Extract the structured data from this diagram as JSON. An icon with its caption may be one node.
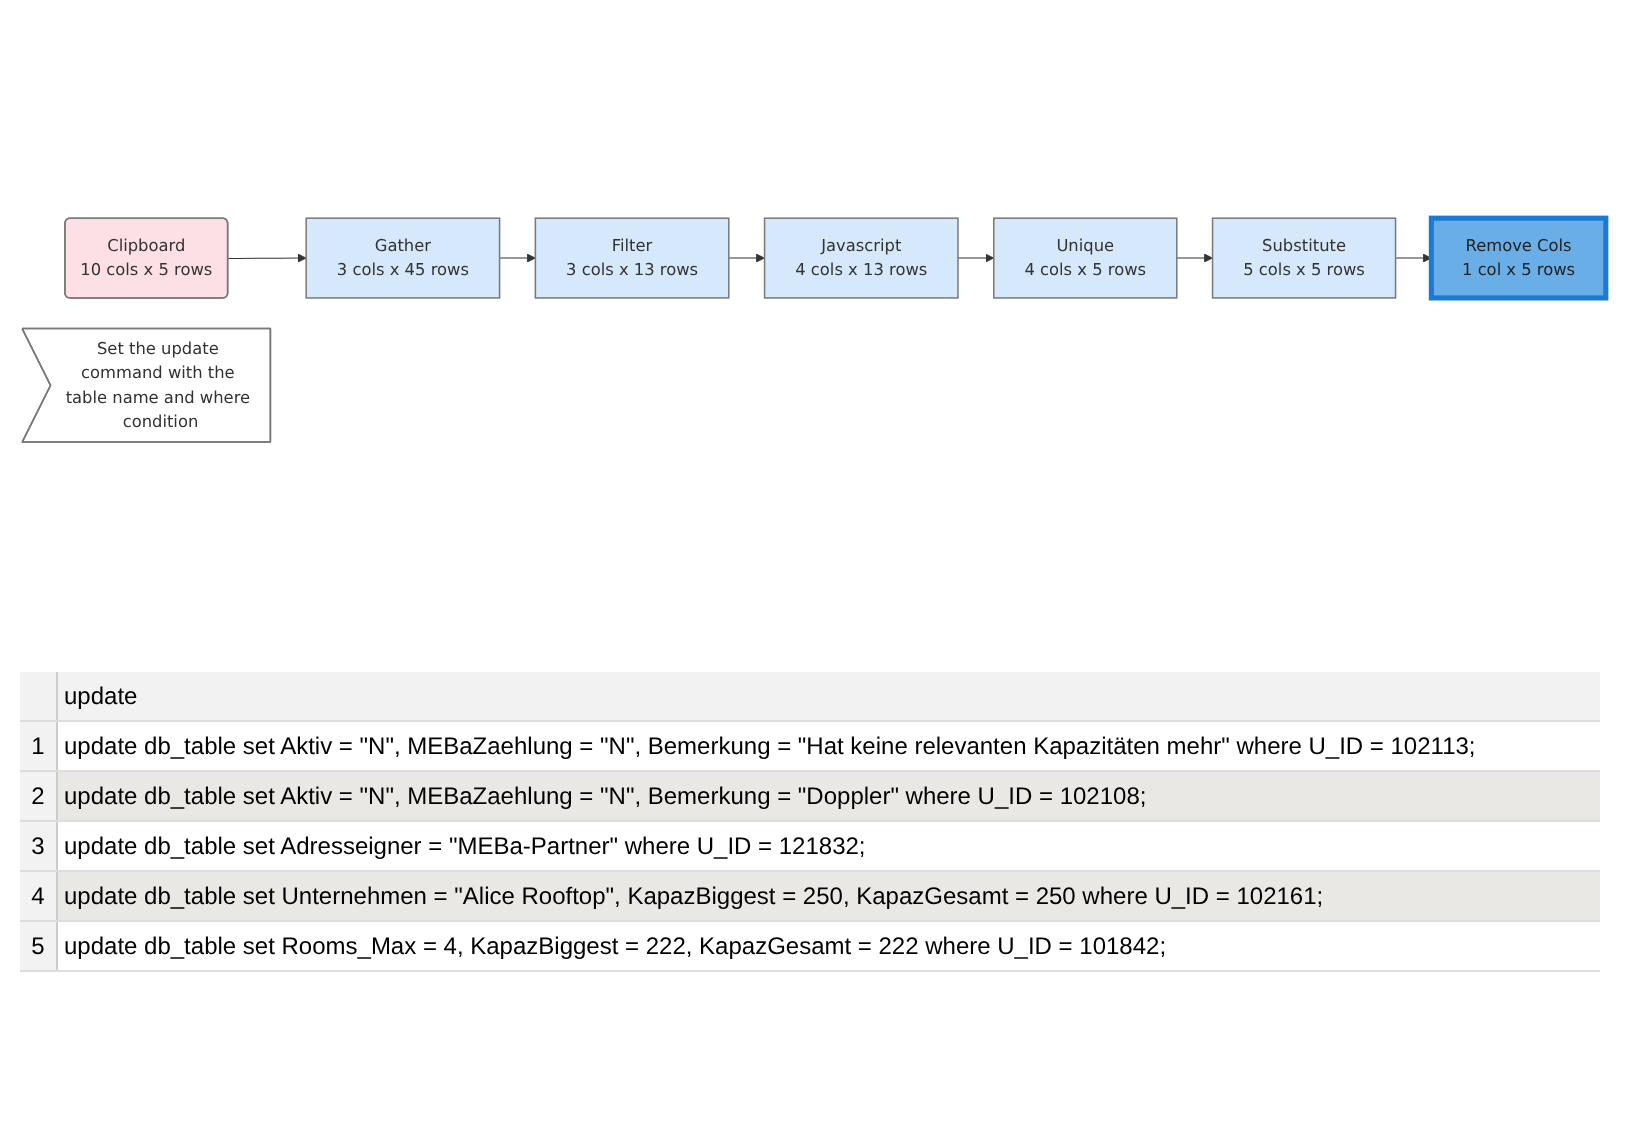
{
  "diagram": {
    "nodes": [
      {
        "text": [
          "Clipboard",
          "10 cols x 5 rows"
        ]
      },
      {
        "text": [
          "Gather",
          "3 cols x 45 rows"
        ]
      },
      {
        "text": [
          "Filter",
          "3 cols x 13 rows"
        ]
      },
      {
        "text": [
          "Javascript",
          "4 cols x 13 rows"
        ]
      },
      {
        "text": [
          "Unique",
          "4 cols x 5 rows"
        ]
      },
      {
        "text": [
          "Substitute",
          "5 cols x 5 rows"
        ]
      },
      {
        "text": [
          "Set the update command with the table name and where condition"
        ]
      },
      {
        "text": [
          "Remove Cols",
          "1 col x 5 rows"
        ]
      }
    ],
    "edges": [
      {
        "from": 0,
        "to": 1,
        "arrow": "to"
      },
      {
        "from": 1,
        "to": 2,
        "arrow": "to"
      },
      {
        "from": 2,
        "to": 3,
        "arrow": "to"
      },
      {
        "from": 3,
        "to": 4,
        "arrow": "to"
      },
      {
        "from": 4,
        "to": 5,
        "arrow": "to"
      },
      {
        "from": 5,
        "to": 7,
        "arrow": "to"
      }
    ],
    "labels": [
      "update",
      "1",
      "update db_table set Aktiv = \"N\", MEBaZaehlung = \"N\", Bemerkung = \"Hat keine relevanten Kapazitäten mehr\" where U_ID = 102113;",
      "2",
      "update db_table set Aktiv = \"N\", MEBaZaehlung = \"N\", Bemerkung = \"Doppler\" where U_ID = 102108;",
      "3",
      "update db_table set Adresseigner = \"MEBa-Partner\" where U_ID = 121832;",
      "4",
      "update db_table set Unternehmen = \"Alice Rooftop\", KapazBiggest = 250, KapazGesamt = 250 where U_ID = 102161;",
      "5",
      "update db_table set Rooms_Max = 4, KapazBiggest = 222, KapazGesamt = 222 where U_ID = 101842;"
    ]
  }
}
